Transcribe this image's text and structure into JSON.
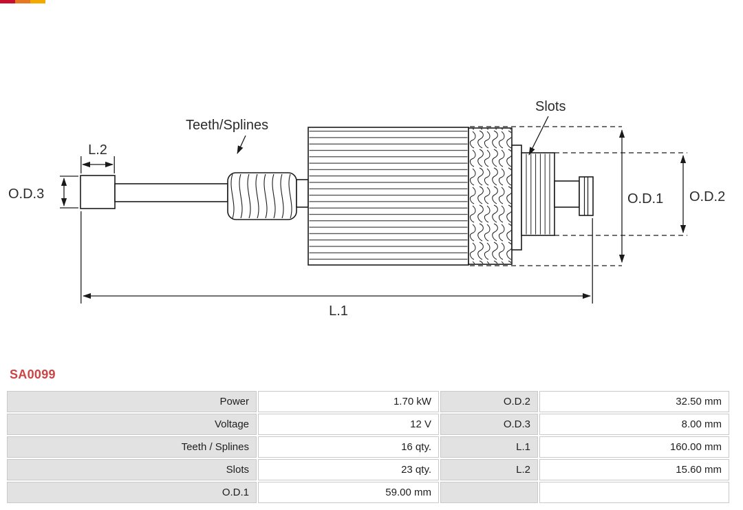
{
  "logo": {
    "name": "as-pl-logo-fragment"
  },
  "product_code": "SA0099",
  "diagram": {
    "labels": {
      "teeth_splines": "Teeth/Splines",
      "slots": "Slots",
      "l1": "L.1",
      "l2": "L.2",
      "od1": "O.D.1",
      "od2": "O.D.2",
      "od3": "O.D.3"
    }
  },
  "specifications": {
    "rows": [
      {
        "label_left": "Power",
        "value_left": "1.70 kW",
        "label_right": "O.D.2",
        "value_right": "32.50 mm"
      },
      {
        "label_left": "Voltage",
        "value_left": "12 V",
        "label_right": "O.D.3",
        "value_right": "8.00 mm"
      },
      {
        "label_left": "Teeth / Splines",
        "value_left": "16 qty.",
        "label_right": "L.1",
        "value_right": "160.00 mm"
      },
      {
        "label_left": "Slots",
        "value_left": "23 qty.",
        "label_right": "L.2",
        "value_right": "15.60 mm"
      },
      {
        "label_left": "O.D.1",
        "value_left": "59.00 mm",
        "label_right": "",
        "value_right": ""
      }
    ]
  },
  "colors": {
    "accent": "#cc4444",
    "table_label_bg": "#e2e2e2",
    "table_border": "#c9c9c9",
    "diagram_line": "#1a1a1a"
  }
}
